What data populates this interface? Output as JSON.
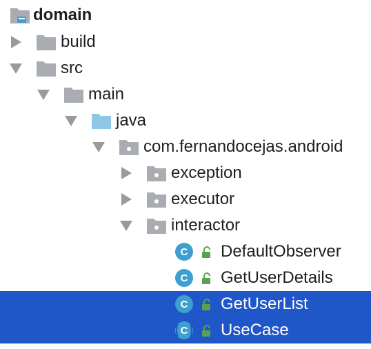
{
  "tree": {
    "items": [
      {
        "label": "domain",
        "icon": "module-folder-icon",
        "expanded": true,
        "bold": true
      },
      {
        "label": "build",
        "icon": "folder-icon",
        "expanded": false
      },
      {
        "label": "src",
        "icon": "folder-icon",
        "expanded": true
      },
      {
        "label": "main",
        "icon": "folder-icon",
        "expanded": true
      },
      {
        "label": "java",
        "icon": "source-root-folder-icon",
        "expanded": true
      },
      {
        "label": "com.fernandocejas.android",
        "icon": "package-icon",
        "expanded": true
      },
      {
        "label": "exception",
        "icon": "package-icon",
        "expanded": false
      },
      {
        "label": "executor",
        "icon": "package-icon",
        "expanded": false
      },
      {
        "label": "interactor",
        "icon": "package-icon",
        "expanded": true
      },
      {
        "label": "DefaultObserver",
        "icon": "class-icon",
        "icon_glyph": "C",
        "selected": false
      },
      {
        "label": "GetUserDetails",
        "icon": "class-icon",
        "icon_glyph": "C",
        "selected": false
      },
      {
        "label": "GetUserList",
        "icon": "class-icon",
        "icon_glyph": "C",
        "selected": true
      },
      {
        "label": "UseCase",
        "icon": "abstract-class-icon",
        "icon_glyph": "C",
        "selected": true
      }
    ]
  },
  "colors": {
    "selection": "#1f57c9",
    "folder": "#a9adb2",
    "source_folder": "#8fc7e6",
    "class_icon": "#3e9fd0",
    "lock_icon": "#5aa14f",
    "arrow": "#9a9a9a"
  }
}
